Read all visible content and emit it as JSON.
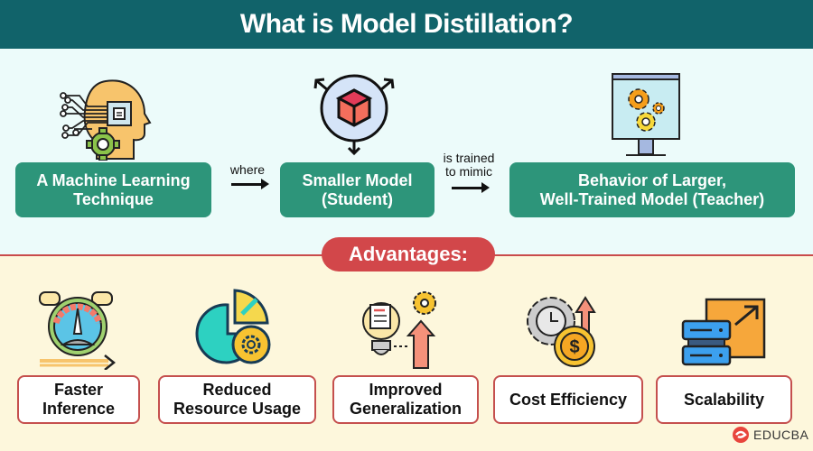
{
  "header": {
    "title": "What is Model Distillation?"
  },
  "flow": {
    "boxes": [
      {
        "line1": "A Machine Learning",
        "line2": "Technique"
      },
      {
        "line1": "Smaller Model",
        "line2": "(Student)"
      },
      {
        "line1": "Behavior of Larger,",
        "line2": "Well-Trained Model (Teacher)"
      }
    ],
    "connectors": [
      {
        "line1": "where",
        "line2": ""
      },
      {
        "line1": "is trained",
        "line2": "to mimic"
      }
    ],
    "icons": [
      "ai-head-circuit-icon",
      "model-cube-icon",
      "monitor-gears-icon"
    ]
  },
  "advantages": {
    "title": "Advantages:",
    "items": [
      {
        "line1": "Faster",
        "line2": "Inference",
        "icon": "speedometer-icon"
      },
      {
        "line1": "Reduced",
        "line2": "Resource Usage",
        "icon": "pie-chart-gear-icon"
      },
      {
        "line1": "Improved",
        "line2": "Generalization",
        "icon": "lightbulb-growth-icon"
      },
      {
        "line1": "Cost Efficiency",
        "line2": "",
        "icon": "clock-gear-coin-icon"
      },
      {
        "line1": "Scalability",
        "line2": "",
        "icon": "server-scale-icon"
      }
    ]
  },
  "brand": {
    "name": "EDUCBA"
  },
  "colors": {
    "header": "#11636a",
    "green_box": "#2d957a",
    "red_accent": "#d2474a",
    "top_bg": "#ecfbfa",
    "bottom_bg": "#fdf7dc"
  }
}
